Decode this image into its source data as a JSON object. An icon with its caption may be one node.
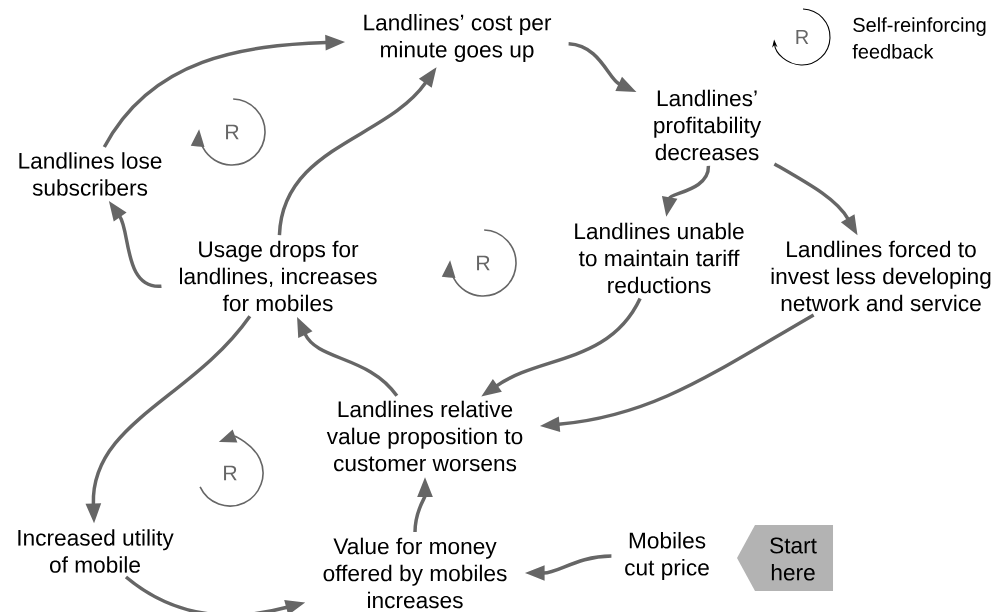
{
  "diagram": {
    "nodes": [
      {
        "text": [
          "Landlines’ cost per minute goes up"
        ]
      },
      {
        "text": [
          "Landlines’ profitability decreases"
        ]
      },
      {
        "text": [
          "Landlines lose subscribers"
        ]
      },
      {
        "text": [
          "Usage drops for landlines, increases for mobiles"
        ]
      },
      {
        "text": [
          "Landlines unable to maintain tariff reductions"
        ]
      },
      {
        "text": [
          "Landlines forced to invest less developing network and service"
        ]
      },
      {
        "text": [
          "Landlines relative value proposition to customer worsens"
        ]
      },
      {
        "text": [
          "Increased utility of mobile"
        ]
      },
      {
        "text": [
          "Value for money offered by mobiles increases"
        ]
      },
      {
        "text": [
          "Mobiles cut price"
        ]
      },
      {
        "text": [
          "Start here"
        ]
      }
    ],
    "edges": [
      {
        "from": 2,
        "to": 0,
        "arrow": "to"
      },
      {
        "from": 3,
        "to": 0,
        "arrow": "to"
      },
      {
        "from": 0,
        "to": 1,
        "arrow": "to"
      },
      {
        "from": 1,
        "to": 4,
        "arrow": "to"
      },
      {
        "from": 1,
        "to": 5,
        "arrow": "to"
      },
      {
        "from": 4,
        "to": 6,
        "arrow": "to"
      },
      {
        "from": 5,
        "to": 6,
        "arrow": "to"
      },
      {
        "from": 6,
        "to": 3,
        "arrow": "to"
      },
      {
        "from": 3,
        "to": 2,
        "arrow": "to"
      },
      {
        "from": 3,
        "to": 7,
        "arrow": "to"
      },
      {
        "from": 7,
        "to": 8,
        "arrow": "to"
      },
      {
        "from": 8,
        "to": 6,
        "arrow": "to"
      },
      {
        "from": 9,
        "to": 8,
        "arrow": "to"
      }
    ],
    "labels": [
      "R",
      "R",
      "R",
      "R"
    ],
    "legend": [
      {
        "text": "Self-reinforcing feedback"
      }
    ]
  }
}
